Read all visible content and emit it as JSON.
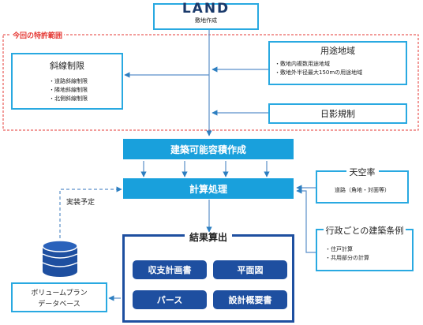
{
  "land": {
    "logo": "LAND",
    "subtitle": "敷地作成"
  },
  "patent_scope_label": "今回の特許範囲",
  "oblique": {
    "title": "斜線制限",
    "items": [
      "・道路斜線制限",
      "・隣地斜線制限",
      "・北側斜線制限"
    ]
  },
  "zoning": {
    "title": "用途地域",
    "items": [
      "・敷地内複数用途地域",
      "・敷地外半径最大150mの用途地域"
    ]
  },
  "shadow": {
    "title": "日影規制"
  },
  "build_volume": {
    "title": "建築可能容積作成"
  },
  "calc": {
    "title": "計算処理"
  },
  "sky": {
    "title": "天空率",
    "detail": "道路（角地・対面等）"
  },
  "admin": {
    "title": "行政ごとの建築条例",
    "items": [
      "・住戸計算",
      "・共用部分の計算"
    ]
  },
  "planned_label": "実装予定",
  "database": {
    "line1": "ボリュームプラン",
    "line2": "データベース"
  },
  "results": {
    "title": "結果算出",
    "buttons": [
      "収支計画書",
      "平面図",
      "パース",
      "設計概要書"
    ]
  },
  "colors": {
    "accent": "#19a0dc",
    "border": "#29a9e1",
    "navy": "#1e4fa0",
    "dashed_red": "#e53935",
    "line": "#5b8fc9"
  }
}
